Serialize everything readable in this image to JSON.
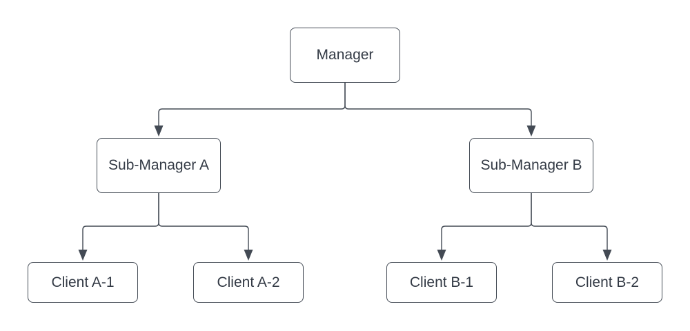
{
  "diagram": {
    "type": "org-chart",
    "colors": {
      "stroke": "#434a54",
      "text": "#333a45",
      "background": "#ffffff"
    },
    "nodes": {
      "manager": {
        "label": "Manager"
      },
      "sub_manager_a": {
        "label": "Sub-Manager A"
      },
      "sub_manager_b": {
        "label": "Sub-Manager B"
      },
      "client_a1": {
        "label": "Client A-1"
      },
      "client_a2": {
        "label": "Client A-2"
      },
      "client_b1": {
        "label": "Client B-1"
      },
      "client_b2": {
        "label": "Client B-2"
      }
    },
    "edges": [
      {
        "from": "Manager",
        "to": "Sub-Manager A"
      },
      {
        "from": "Manager",
        "to": "Sub-Manager B"
      },
      {
        "from": "Sub-Manager A",
        "to": "Client A-1"
      },
      {
        "from": "Sub-Manager A",
        "to": "Client A-2"
      },
      {
        "from": "Sub-Manager B",
        "to": "Client B-1"
      },
      {
        "from": "Sub-Manager B",
        "to": "Client B-2"
      }
    ]
  }
}
